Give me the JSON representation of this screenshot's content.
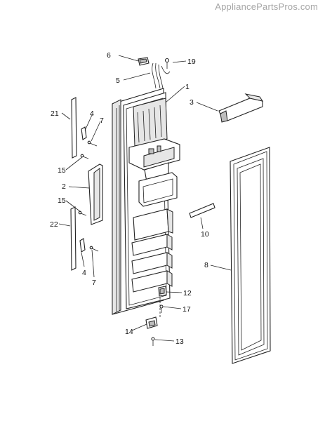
{
  "watermark": "AppliancePartsPros.com",
  "callouts": {
    "c1": "1",
    "c2": "2",
    "c3": "3",
    "c4a": "4",
    "c4b": "4",
    "c5": "5",
    "c6": "6",
    "c7a": "7",
    "c7b": "7",
    "c8": "8",
    "c10": "10",
    "c12": "12",
    "c13": "13",
    "c14": "14",
    "c15a": "15",
    "c15b": "15",
    "c17": "17",
    "c19": "19",
    "c21": "21",
    "c22": "22"
  },
  "colors": {
    "line": "#222222",
    "watermark": "#a6a6a6",
    "background": "#ffffff"
  }
}
